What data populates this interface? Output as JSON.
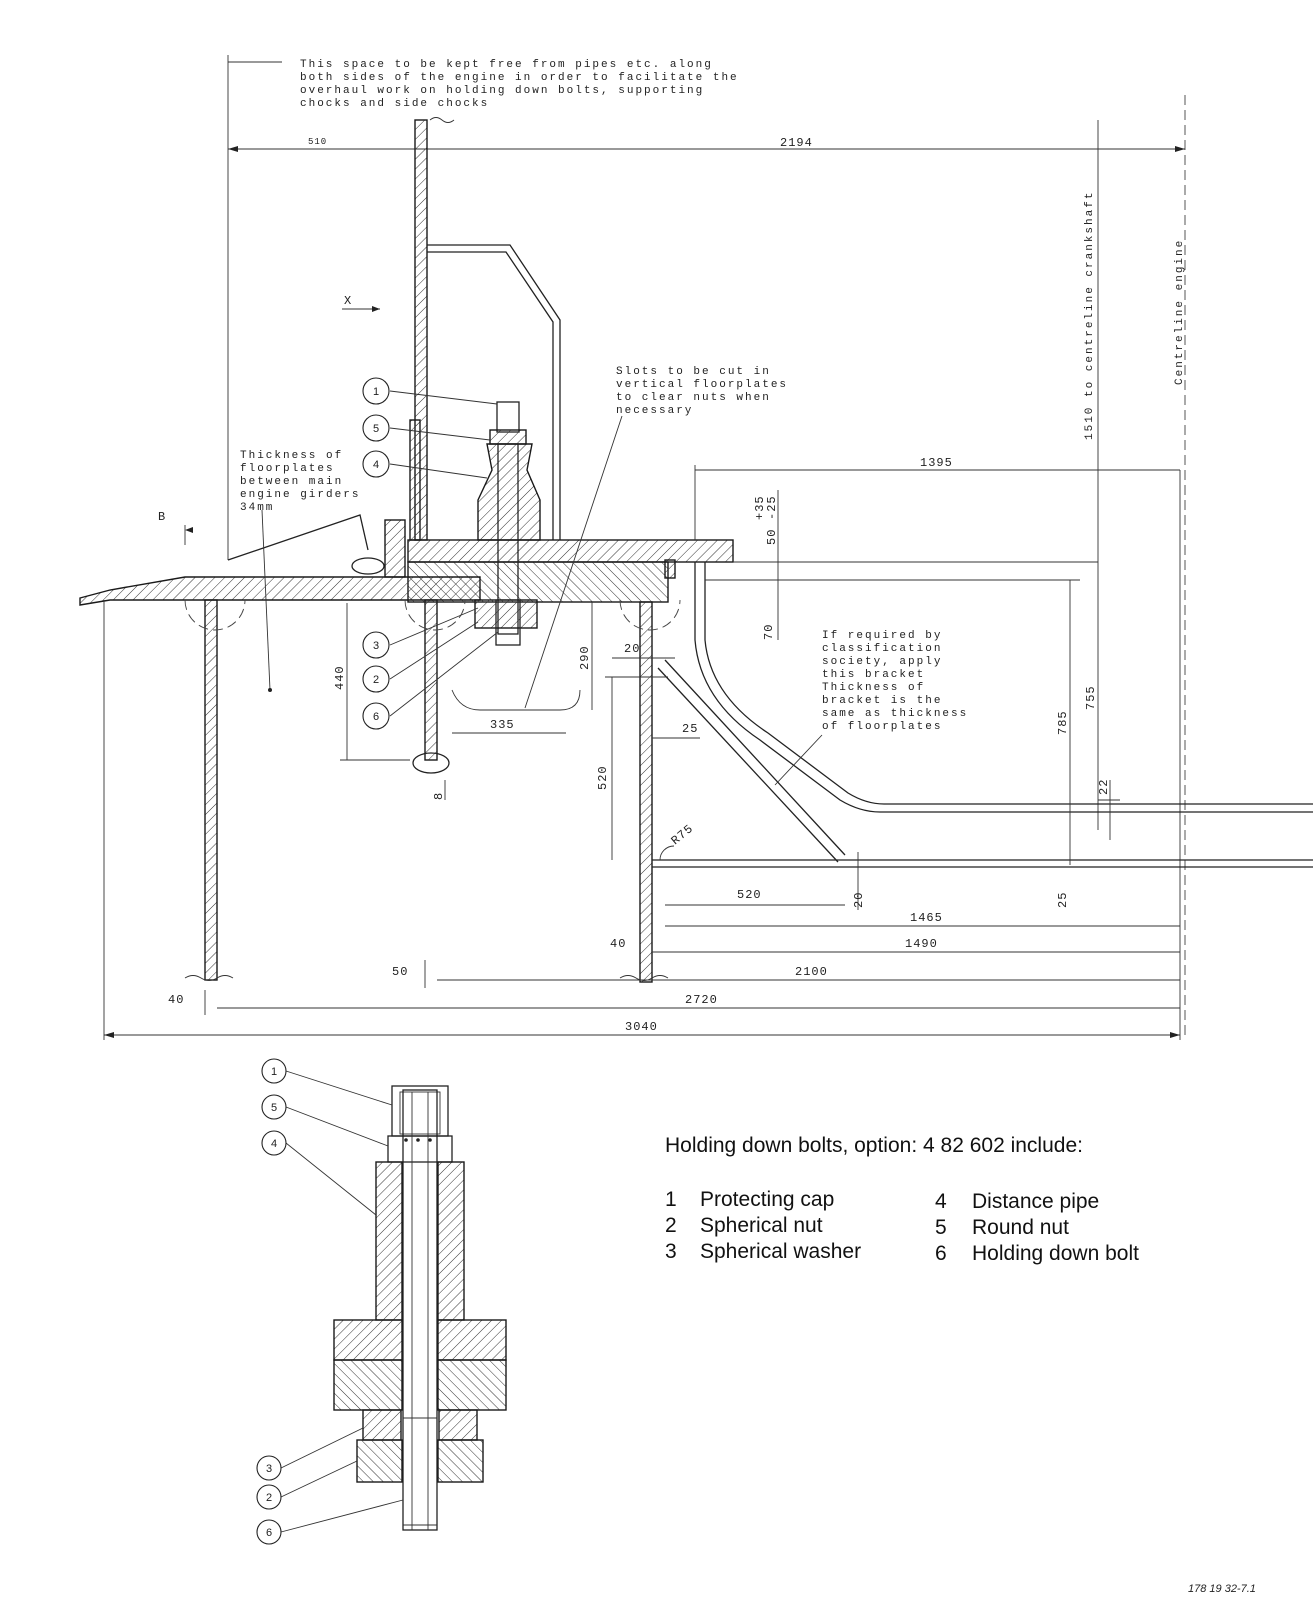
{
  "notes": {
    "space": [
      "This space to be kept free from pipes etc. along",
      "both sides of the engine in order to facilitate the",
      "overhaul work on holding down bolts, supporting",
      "chocks and side chocks"
    ],
    "floorplates": [
      "Thickness of",
      "floorplates",
      "between main",
      "engine girders",
      "34mm"
    ],
    "slots": [
      "Slots to be cut in",
      "vertical floorplates",
      "to clear nuts when",
      "necessary"
    ],
    "bracket": [
      "If required by",
      "classification",
      "society, apply",
      "this bracket",
      "Thickness of",
      "bracket is the",
      "same as thickness",
      "of floorplates"
    ],
    "centreline_crankshaft": "1510 to centreline crankshaft",
    "centreline_engine": "Centreline engine",
    "section_mark": "B",
    "view_mark": "X"
  },
  "dimensions": {
    "d510": "510",
    "d2194": "2194",
    "d1395": "1395",
    "d35": "+35",
    "d25": "-25",
    "d50": "50",
    "d70": "70",
    "d20a": "20",
    "d290": "290",
    "d440": "440",
    "d335": "335",
    "d8": "8",
    "d25b": "25",
    "d520a": "520",
    "r75": "R75",
    "d785": "785",
    "d755": "755",
    "d22": "22",
    "d520b": "520",
    "d20b": "20",
    "d25c": "25",
    "d1465": "1465",
    "d1490": "1490",
    "d40a": "40",
    "d50b": "50",
    "d2100": "2100",
    "d40b": "40",
    "d2720": "2720",
    "d3040": "3040"
  },
  "balloons": {
    "main": [
      "1",
      "5",
      "4",
      "3",
      "2",
      "6"
    ],
    "detail": [
      "1",
      "5",
      "4",
      "3",
      "2",
      "6"
    ]
  },
  "legend": {
    "title": "Holding down bolts, option: 4 82 602 include:",
    "left": [
      {
        "num": "1",
        "label": "Protecting cap"
      },
      {
        "num": "2",
        "label": "Spherical nut"
      },
      {
        "num": "3",
        "label": "Spherical washer"
      }
    ],
    "right": [
      {
        "num": "4",
        "label": "Distance pipe"
      },
      {
        "num": "5",
        "label": "Round nut"
      },
      {
        "num": "6",
        "label": "Holding down bolt"
      }
    ]
  },
  "reference": "178 19 32-7.1"
}
